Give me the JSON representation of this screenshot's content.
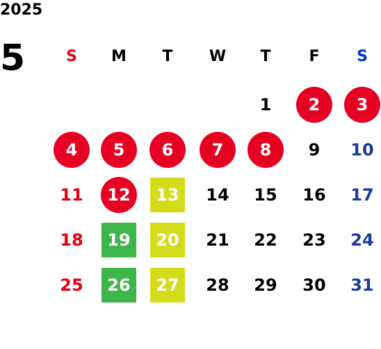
{
  "year": "2025",
  "month": "5",
  "colors": {
    "default": "#000000",
    "sunday": "#e60012",
    "saturday": "#0033cc",
    "sunday_date": "#e60012",
    "saturday_date": "#1a3a9e",
    "holiday_bg": "#e60021",
    "green_bg": "#3db548",
    "yellow_bg": "#d4dc1a",
    "highlight_text": "#ffffff"
  },
  "weekdays": [
    "S",
    "M",
    "T",
    "W",
    "T",
    "F",
    "S"
  ],
  "weeks": [
    [
      {
        "day": ""
      },
      {
        "day": ""
      },
      {
        "day": ""
      },
      {
        "day": ""
      },
      {
        "day": "1"
      },
      {
        "day": "2",
        "mark": "holiday"
      },
      {
        "day": "3",
        "mark": "holiday"
      }
    ],
    [
      {
        "day": "4",
        "mark": "holiday"
      },
      {
        "day": "5",
        "mark": "holiday"
      },
      {
        "day": "6",
        "mark": "holiday"
      },
      {
        "day": "7",
        "mark": "holiday"
      },
      {
        "day": "8",
        "mark": "holiday"
      },
      {
        "day": "9"
      },
      {
        "day": "10"
      }
    ],
    [
      {
        "day": "11"
      },
      {
        "day": "12",
        "mark": "holiday"
      },
      {
        "day": "13",
        "mark": "yellow"
      },
      {
        "day": "14"
      },
      {
        "day": "15"
      },
      {
        "day": "16"
      },
      {
        "day": "17"
      }
    ],
    [
      {
        "day": "18"
      },
      {
        "day": "19",
        "mark": "green"
      },
      {
        "day": "20",
        "mark": "yellow"
      },
      {
        "day": "21"
      },
      {
        "day": "22"
      },
      {
        "day": "23"
      },
      {
        "day": "24"
      }
    ],
    [
      {
        "day": "25"
      },
      {
        "day": "26",
        "mark": "green"
      },
      {
        "day": "27",
        "mark": "yellow"
      },
      {
        "day": "28"
      },
      {
        "day": "29"
      },
      {
        "day": "30"
      },
      {
        "day": "31"
      }
    ]
  ]
}
